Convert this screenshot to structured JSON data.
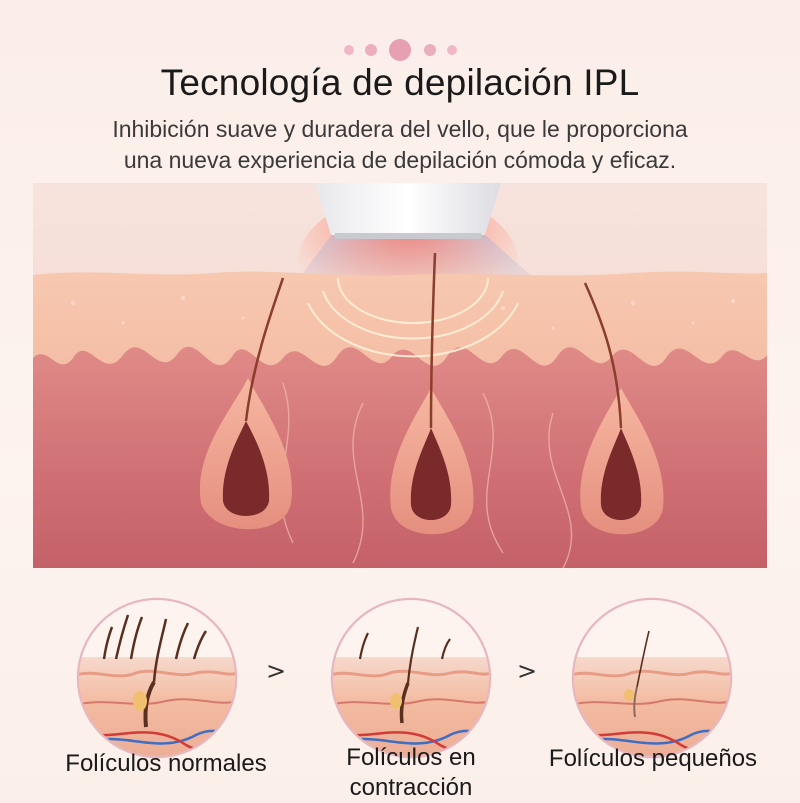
{
  "header": {
    "title": "Tecnología de depilación IPL",
    "subtitle_line1": "Inhibición suave y duradera del vello, que le proporciona",
    "subtitle_line2": "una nueva experiencia de depilación cómoda y eficaz."
  },
  "colors": {
    "accent_dot": "#e9a9b9",
    "skin_top": "#f5c0a8",
    "skin_deep": "#c96a70",
    "follicle": "#b84a4a"
  },
  "stages": [
    {
      "caption": "Folículos normales"
    },
    {
      "caption_line1": "Folículos en",
      "caption_line2": "contracción"
    },
    {
      "caption": "Folículos pequeños"
    }
  ],
  "arrows": [
    ">",
    ">"
  ]
}
